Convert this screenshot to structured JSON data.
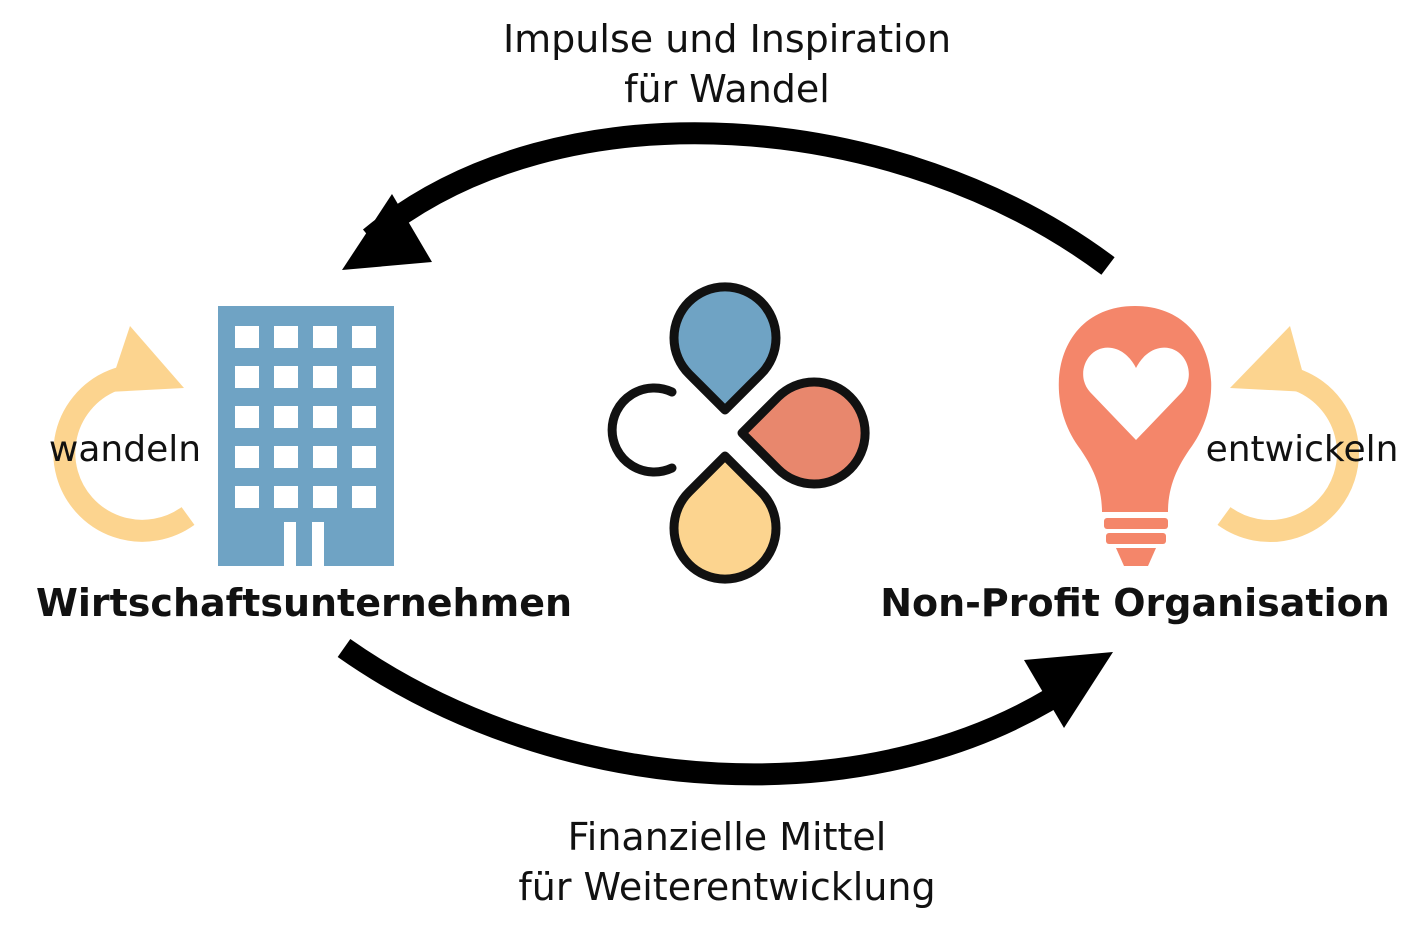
{
  "flow_top": {
    "lines": [
      "Impulse und Inspiration",
      "für Wandel"
    ]
  },
  "flow_bottom": {
    "lines": [
      "Finanzielle Mittel",
      "für Weiterentwicklung"
    ]
  },
  "left_node": {
    "name": "Wirtschaftsunternehmen",
    "cycle_label": "wandeln",
    "icon": "office-building-icon"
  },
  "right_node": {
    "name": "Non-Profit Organisation",
    "cycle_label": "entwickeln",
    "icon": "heart-lightbulb-icon"
  },
  "center_logo": {
    "icon": "clover-logo-icon"
  },
  "colors": {
    "building": "#6fa3c4",
    "bulb": "#f4866a",
    "cycle_arrow": "#fcd48f",
    "logo_blue": "#6fa3c4",
    "logo_red": "#e8876d",
    "logo_yellow": "#fcd48f",
    "ink": "#000000"
  }
}
